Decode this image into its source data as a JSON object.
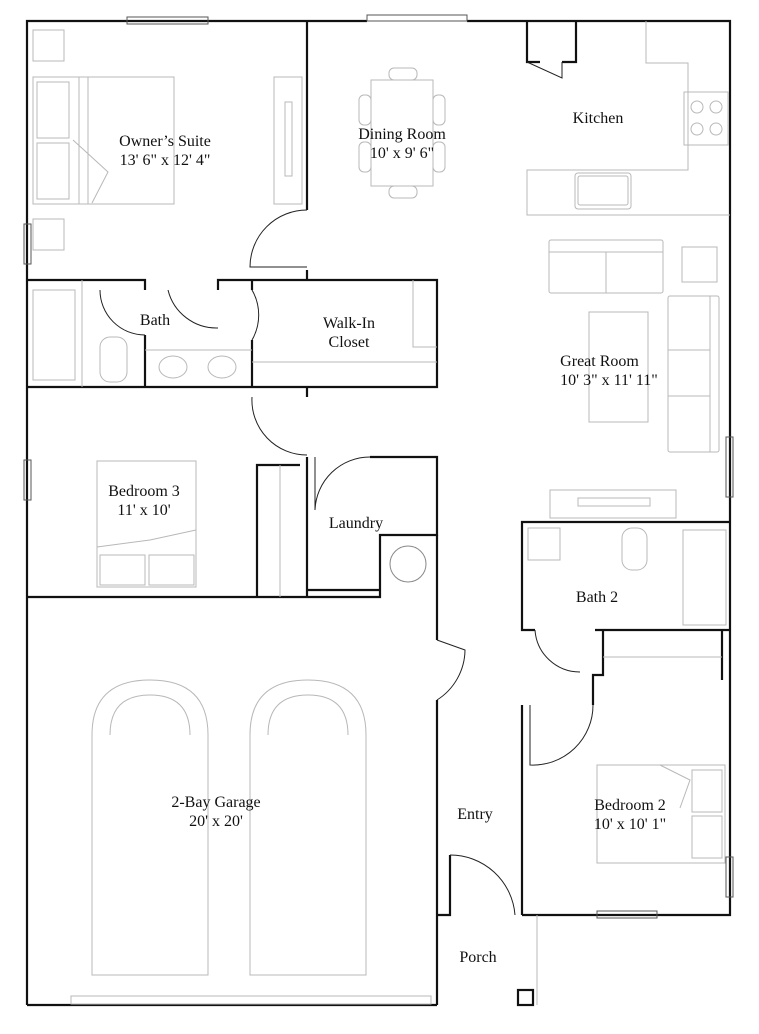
{
  "rooms": {
    "owners_suite": {
      "name": "Owner’s Suite",
      "size": "13' 6\" x 12' 4\""
    },
    "dining_room": {
      "name": "Dining Room",
      "size": "10' x 9' 6\""
    },
    "kitchen": {
      "name": "Kitchen"
    },
    "bath": {
      "name": "Bath"
    },
    "walk_in_closet": {
      "name": "Walk-In",
      "name2": "Closet"
    },
    "great_room": {
      "name": "Great Room",
      "size": "10' 3\" x 11' 11\""
    },
    "bedroom_3": {
      "name": "Bedroom 3",
      "size": "11' x 10'"
    },
    "laundry": {
      "name": "Laundry"
    },
    "bath_2": {
      "name": "Bath 2"
    },
    "garage": {
      "name": "2-Bay Garage",
      "size": "20' x 20'"
    },
    "entry": {
      "name": "Entry"
    },
    "bedroom_2": {
      "name": "Bedroom 2",
      "size": "10' x 10' 1\""
    },
    "porch": {
      "name": "Porch"
    }
  }
}
